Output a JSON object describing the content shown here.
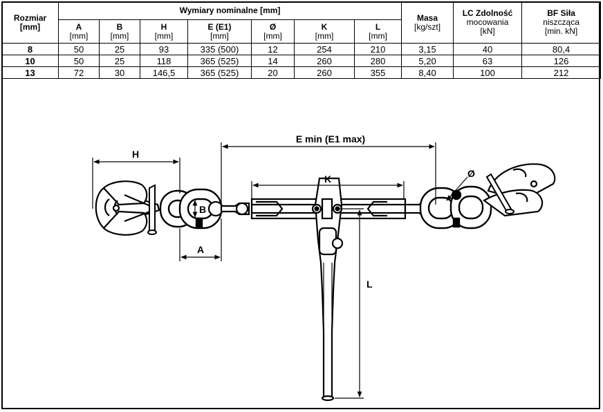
{
  "table": {
    "col_size": {
      "title": "Rozmiar",
      "unit": "[mm]"
    },
    "group_header": "Wymiary nominalne [mm]",
    "dim_cols": [
      {
        "title": "A",
        "unit": "[mm]"
      },
      {
        "title": "B",
        "unit": "[mm]"
      },
      {
        "title": "H",
        "unit": "[mm]"
      },
      {
        "title": "E (E1)",
        "unit": "[mm]"
      },
      {
        "title": "Ø",
        "unit": "[mm]"
      },
      {
        "title": "K",
        "unit": "[mm]"
      },
      {
        "title": "L",
        "unit": "[mm]"
      }
    ],
    "col_mass": {
      "title": "Masa",
      "unit": "[kg/szt]"
    },
    "col_lc": {
      "line1": "LC Zdolność",
      "line2": "mocowania",
      "unit": "[kN]"
    },
    "col_bf": {
      "line1": "BF Siła",
      "line2": "niszcząca",
      "unit": "[min. kN]"
    },
    "rows": [
      {
        "size": "8",
        "a": "50",
        "b": "25",
        "h": "93",
        "e": "335 (500)",
        "d": "12",
        "k": "254",
        "l": "210",
        "mass": "3,15",
        "lc": "40",
        "bf": "80,4"
      },
      {
        "size": "10",
        "a": "50",
        "b": "25",
        "h": "118",
        "e": "365 (525)",
        "d": "14",
        "k": "260",
        "l": "280",
        "mass": "5,20",
        "lc": "63",
        "bf": "126"
      },
      {
        "size": "13",
        "a": "72",
        "b": "30",
        "h": "146,5",
        "e": "365 (525)",
        "d": "20",
        "k": "260",
        "l": "355",
        "mass": "8,40",
        "lc": "100",
        "bf": "212"
      }
    ]
  },
  "diagram": {
    "label_e": "E min (E1 max)",
    "label_h": "H",
    "label_k": "K",
    "label_d": "Ø",
    "label_b": "B",
    "label_a": "A",
    "label_l": "L"
  }
}
